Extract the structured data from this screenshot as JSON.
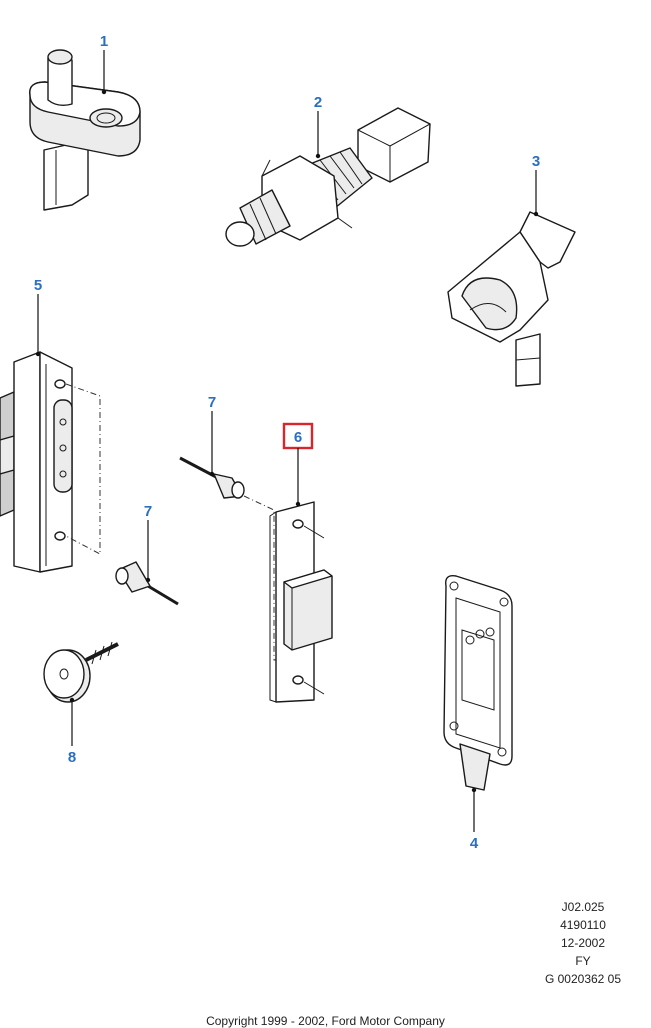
{
  "callouts": {
    "c1": "1",
    "c2": "2",
    "c3": "3",
    "c4": "4",
    "c5": "5",
    "c6": "6",
    "c7a": "7",
    "c7b": "7",
    "c8": "8"
  },
  "highlighted_callout": "6",
  "colors": {
    "callout_text": "#2a6fc0",
    "highlight_box": "#d9262c",
    "line_art": "#1a1a1a"
  },
  "reference_codes": [
    "J02.025",
    "4190110",
    "12-2002",
    "FY",
    "G 0020362 05"
  ],
  "copyright": "Copyright 1999 - 2002, Ford Motor Company"
}
